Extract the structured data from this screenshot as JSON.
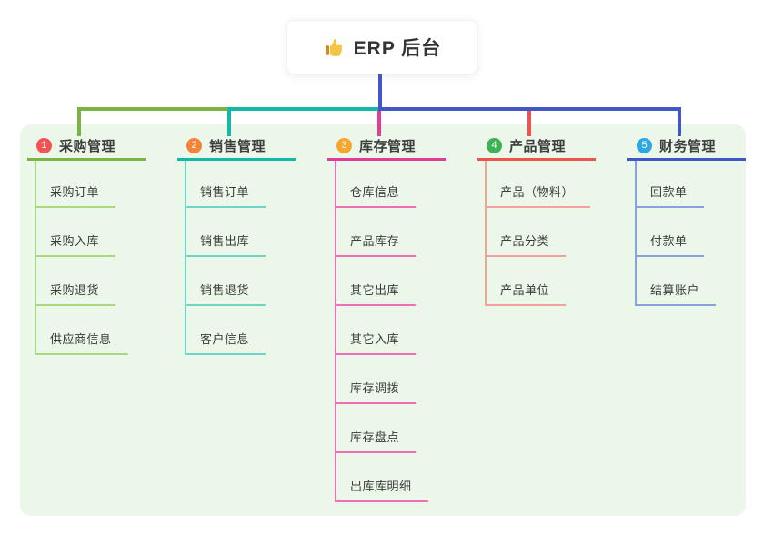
{
  "root": {
    "label": "ERP 后台",
    "icon": "thumbs-up",
    "icon_color": "#f6c445",
    "icon_cuff_color": "#c98a2c"
  },
  "canvas": {
    "background": "#ffffff",
    "panel_background": "#ebf7e9",
    "text_color": "#3c3c3c",
    "root_connector_color": "#4157c8"
  },
  "branches": [
    {
      "num": "1",
      "label": "采购管理",
      "badge_color": "#f05455",
      "line_color": "#7cb342",
      "child_line_color": "#abd77f",
      "children": [
        "采购订单",
        "采购入库",
        "采购退货",
        "供应商信息"
      ]
    },
    {
      "num": "2",
      "label": "销售管理",
      "badge_color": "#f58238",
      "line_color": "#14b8a6",
      "child_line_color": "#6fd3c5",
      "children": [
        "销售订单",
        "销售出库",
        "销售退货",
        "客户信息"
      ]
    },
    {
      "num": "3",
      "label": "库存管理",
      "badge_color": "#f7a62b",
      "line_color": "#e23c96",
      "child_line_color": "#f06eb5",
      "children": [
        "仓库信息",
        "产品库存",
        "其它出库",
        "其它入库",
        "库存调拨",
        "库存盘点",
        "出库库明细"
      ]
    },
    {
      "num": "4",
      "label": "产品管理",
      "badge_color": "#3cb155",
      "line_color": "#f0524f",
      "child_line_color": "#f79f9d",
      "children": [
        "产品（物料）",
        "产品分类",
        "产品单位"
      ]
    },
    {
      "num": "5",
      "label": "财务管理",
      "badge_color": "#30a6e2",
      "line_color": "#4157c8",
      "child_line_color": "#8ba0de",
      "children": [
        "回款单",
        "付款单",
        "结算账户"
      ]
    }
  ]
}
